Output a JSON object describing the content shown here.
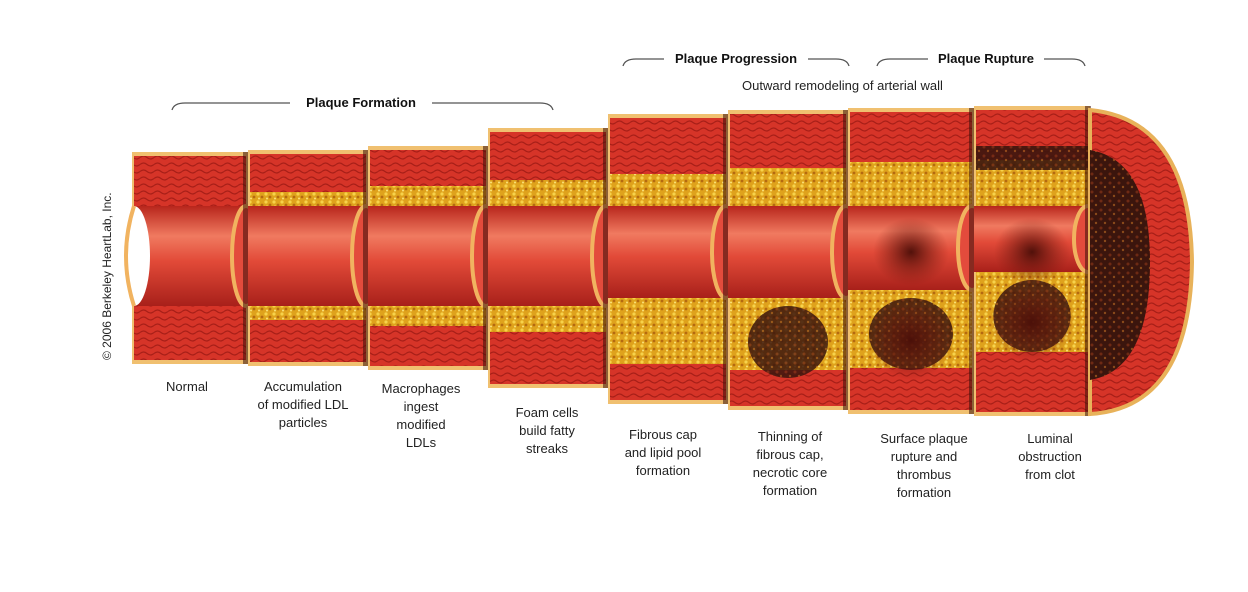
{
  "groups": {
    "formation": "Plaque Formation",
    "progression": "Plaque Progression",
    "rupture": "Plaque Rupture"
  },
  "note": "Outward remodeling of arterial wall",
  "copyright": "© 2006 Berkeley HeartLab, Inc.",
  "stages": [
    "Normal",
    "Accumulation\nof modified LDL\nparticles",
    "Macrophages\ningest\nmodified\nLDLs",
    "Foam cells\nbuild fatty\nstreaks",
    "Fibrous cap\nand lipid pool\nformation",
    "Thinning of\nfibrous cap,\nnecrotic core\nformation",
    "Surface plaque\nrupture and\nthrombus\nformation",
    "Luminal\nobstruction\nfrom clot"
  ],
  "colors": {
    "wall": "#d9342b",
    "lumen": "#e34b3c",
    "lipid": "#e3a820",
    "core": "#5a1a10",
    "edge": "#f0c070"
  }
}
